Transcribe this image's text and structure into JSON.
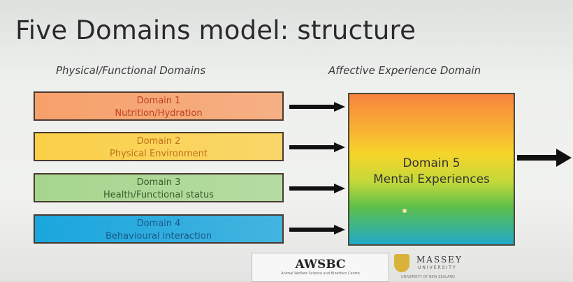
{
  "title": "Five Domains model: structure",
  "left_heading": "Physical/Functional Domains",
  "right_heading": "Affective Experience Domain",
  "domains": [
    {
      "name": "Domain 1",
      "label": "Nutrition/Hydration",
      "color": "#f7a06a",
      "text_color": "#c0401e"
    },
    {
      "name": "Domain 2",
      "label": "Physical Environment",
      "color": "#fbd048",
      "text_color": "#c0701a"
    },
    {
      "name": "Domain 3",
      "label": "Health/Functional status",
      "color": "#a6d68e",
      "text_color": "#3a5a2a"
    },
    {
      "name": "Domain 4",
      "label": "Behavioural interaction",
      "color": "#1aa6dd",
      "text_color": "#1a5a8a"
    }
  ],
  "domain5": {
    "name": "Domain 5",
    "label": "Mental Experiences"
  },
  "logos": {
    "awsbc": "AWSBC",
    "awsbc_sub": "Animal Welfare Science and Bioethics Centre",
    "massey": "MASSEY",
    "massey_sub": "UNIVERSITY",
    "massey_sub2": "UNIVERSITY OF NEW ZEALAND"
  }
}
